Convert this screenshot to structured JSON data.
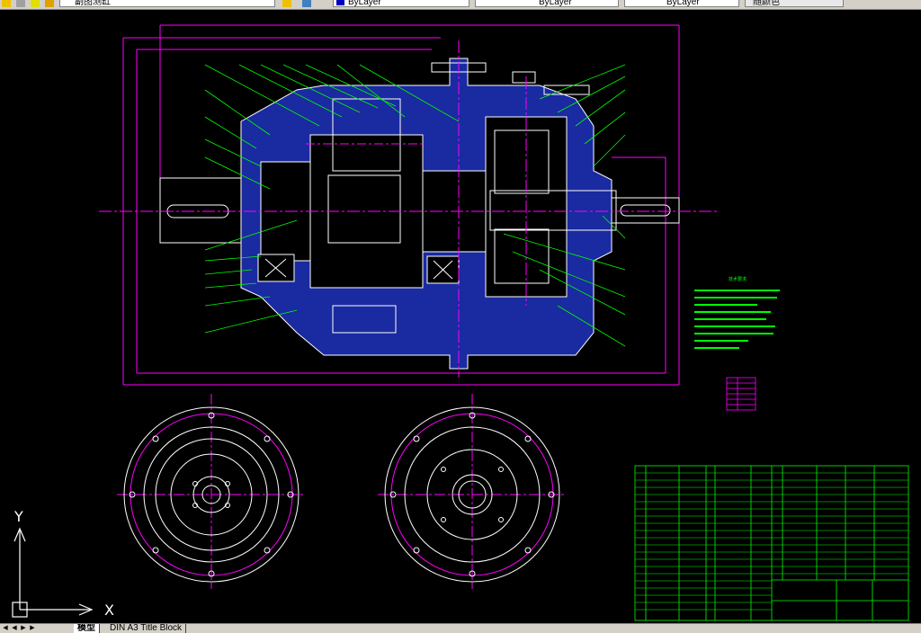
{
  "toolbar": {
    "style_combo": "副图测缸",
    "layer_combo_1": "ByLayer",
    "layer_combo_2": "ByLayer",
    "layer_combo_3": "ByLayer",
    "color_combo": "随颜色"
  },
  "drawing": {
    "tech_requirements_title": "技术要求",
    "ucs_y": "Y",
    "ucs_x": "X"
  },
  "tabs": {
    "model": "模型",
    "layout": "DIN A3 Title Block"
  },
  "colors": {
    "background": "#000000",
    "part_fill": "#1a2aa0",
    "outline": "#ffffff",
    "center": "#ff00ff",
    "leader": "#00ff00",
    "table": "#00ff00"
  }
}
